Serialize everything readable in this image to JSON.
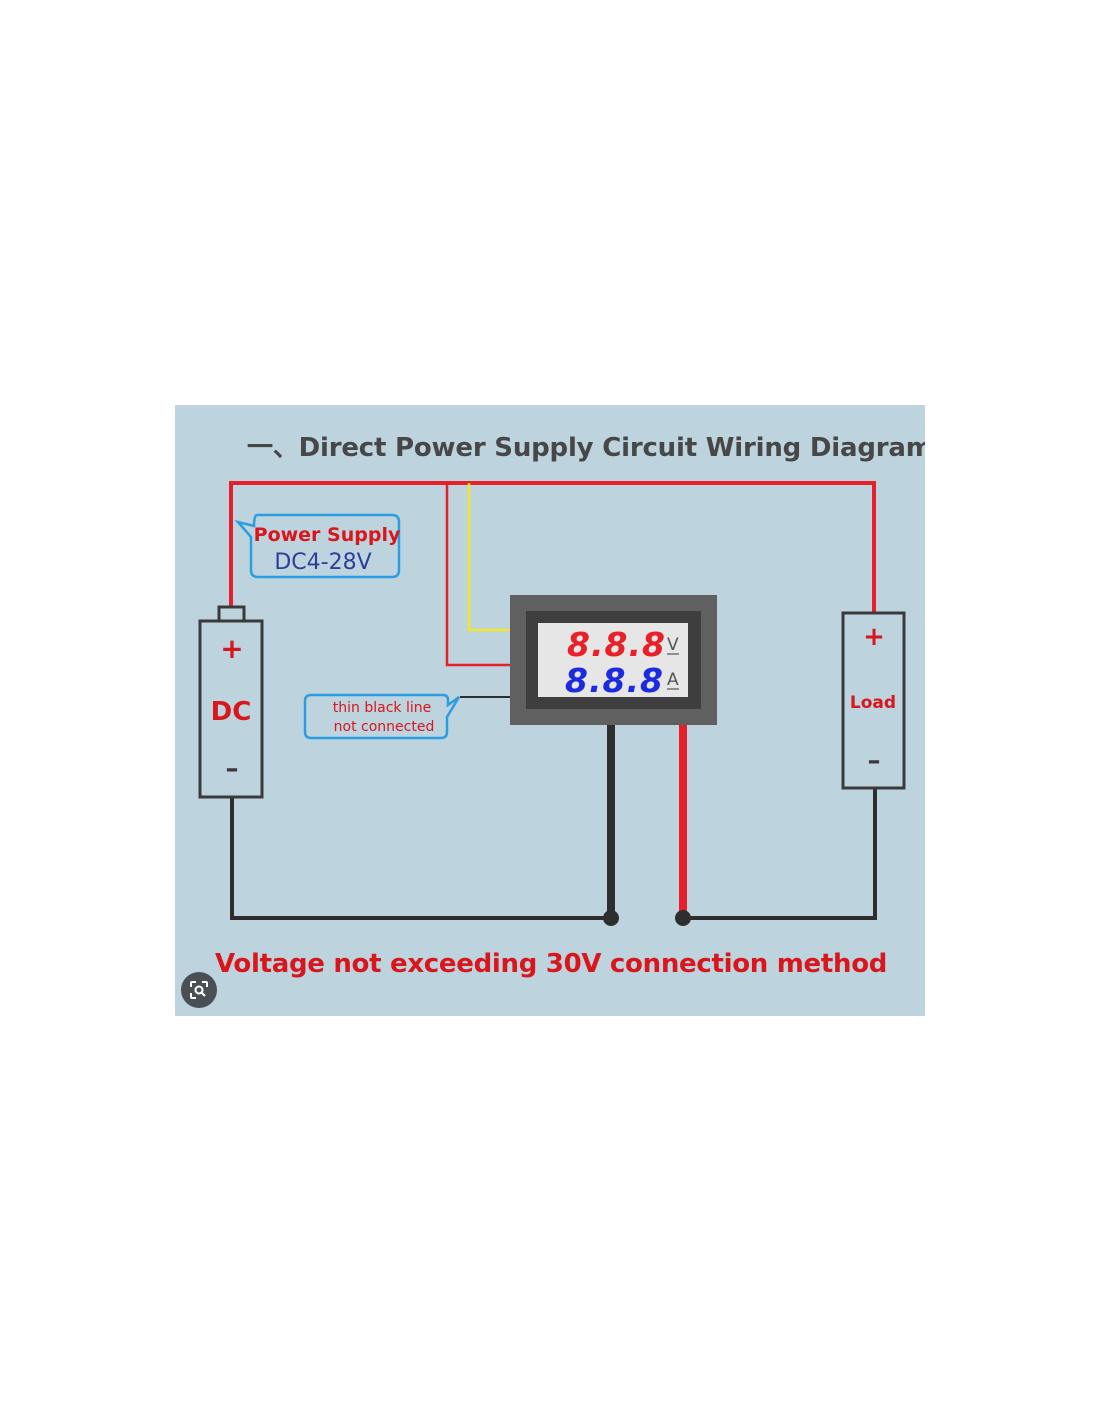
{
  "diagram": {
    "title": "一、Direct Power Supply Circuit Wiring Diagram",
    "power_supply_callout": {
      "line1": "Power Supply",
      "line2": "DC4-28V"
    },
    "battery": {
      "plus": "+",
      "label": "DC",
      "minus": "–"
    },
    "meter": {
      "voltage_digits": "8.8.8",
      "voltage_unit": "V",
      "current_digits": "8.8.8",
      "current_unit": "A"
    },
    "thin_line_callout": {
      "line1": "thin black line",
      "line2": "not connected"
    },
    "load": {
      "plus": "+",
      "label": "Load",
      "minus": "–"
    },
    "footer": "Voltage not exceeding 30V connection method"
  },
  "icons": {
    "lens": "lens-search-icon"
  },
  "colors": {
    "background": "#bdd3de",
    "wire_red": "#e5202a",
    "wire_black": "#2e2e2e",
    "wire_yellow": "#f2e627",
    "callout_blue": "#2a9ee0",
    "voltage_digits": "#e8202a",
    "current_digits": "#1d2be0"
  }
}
